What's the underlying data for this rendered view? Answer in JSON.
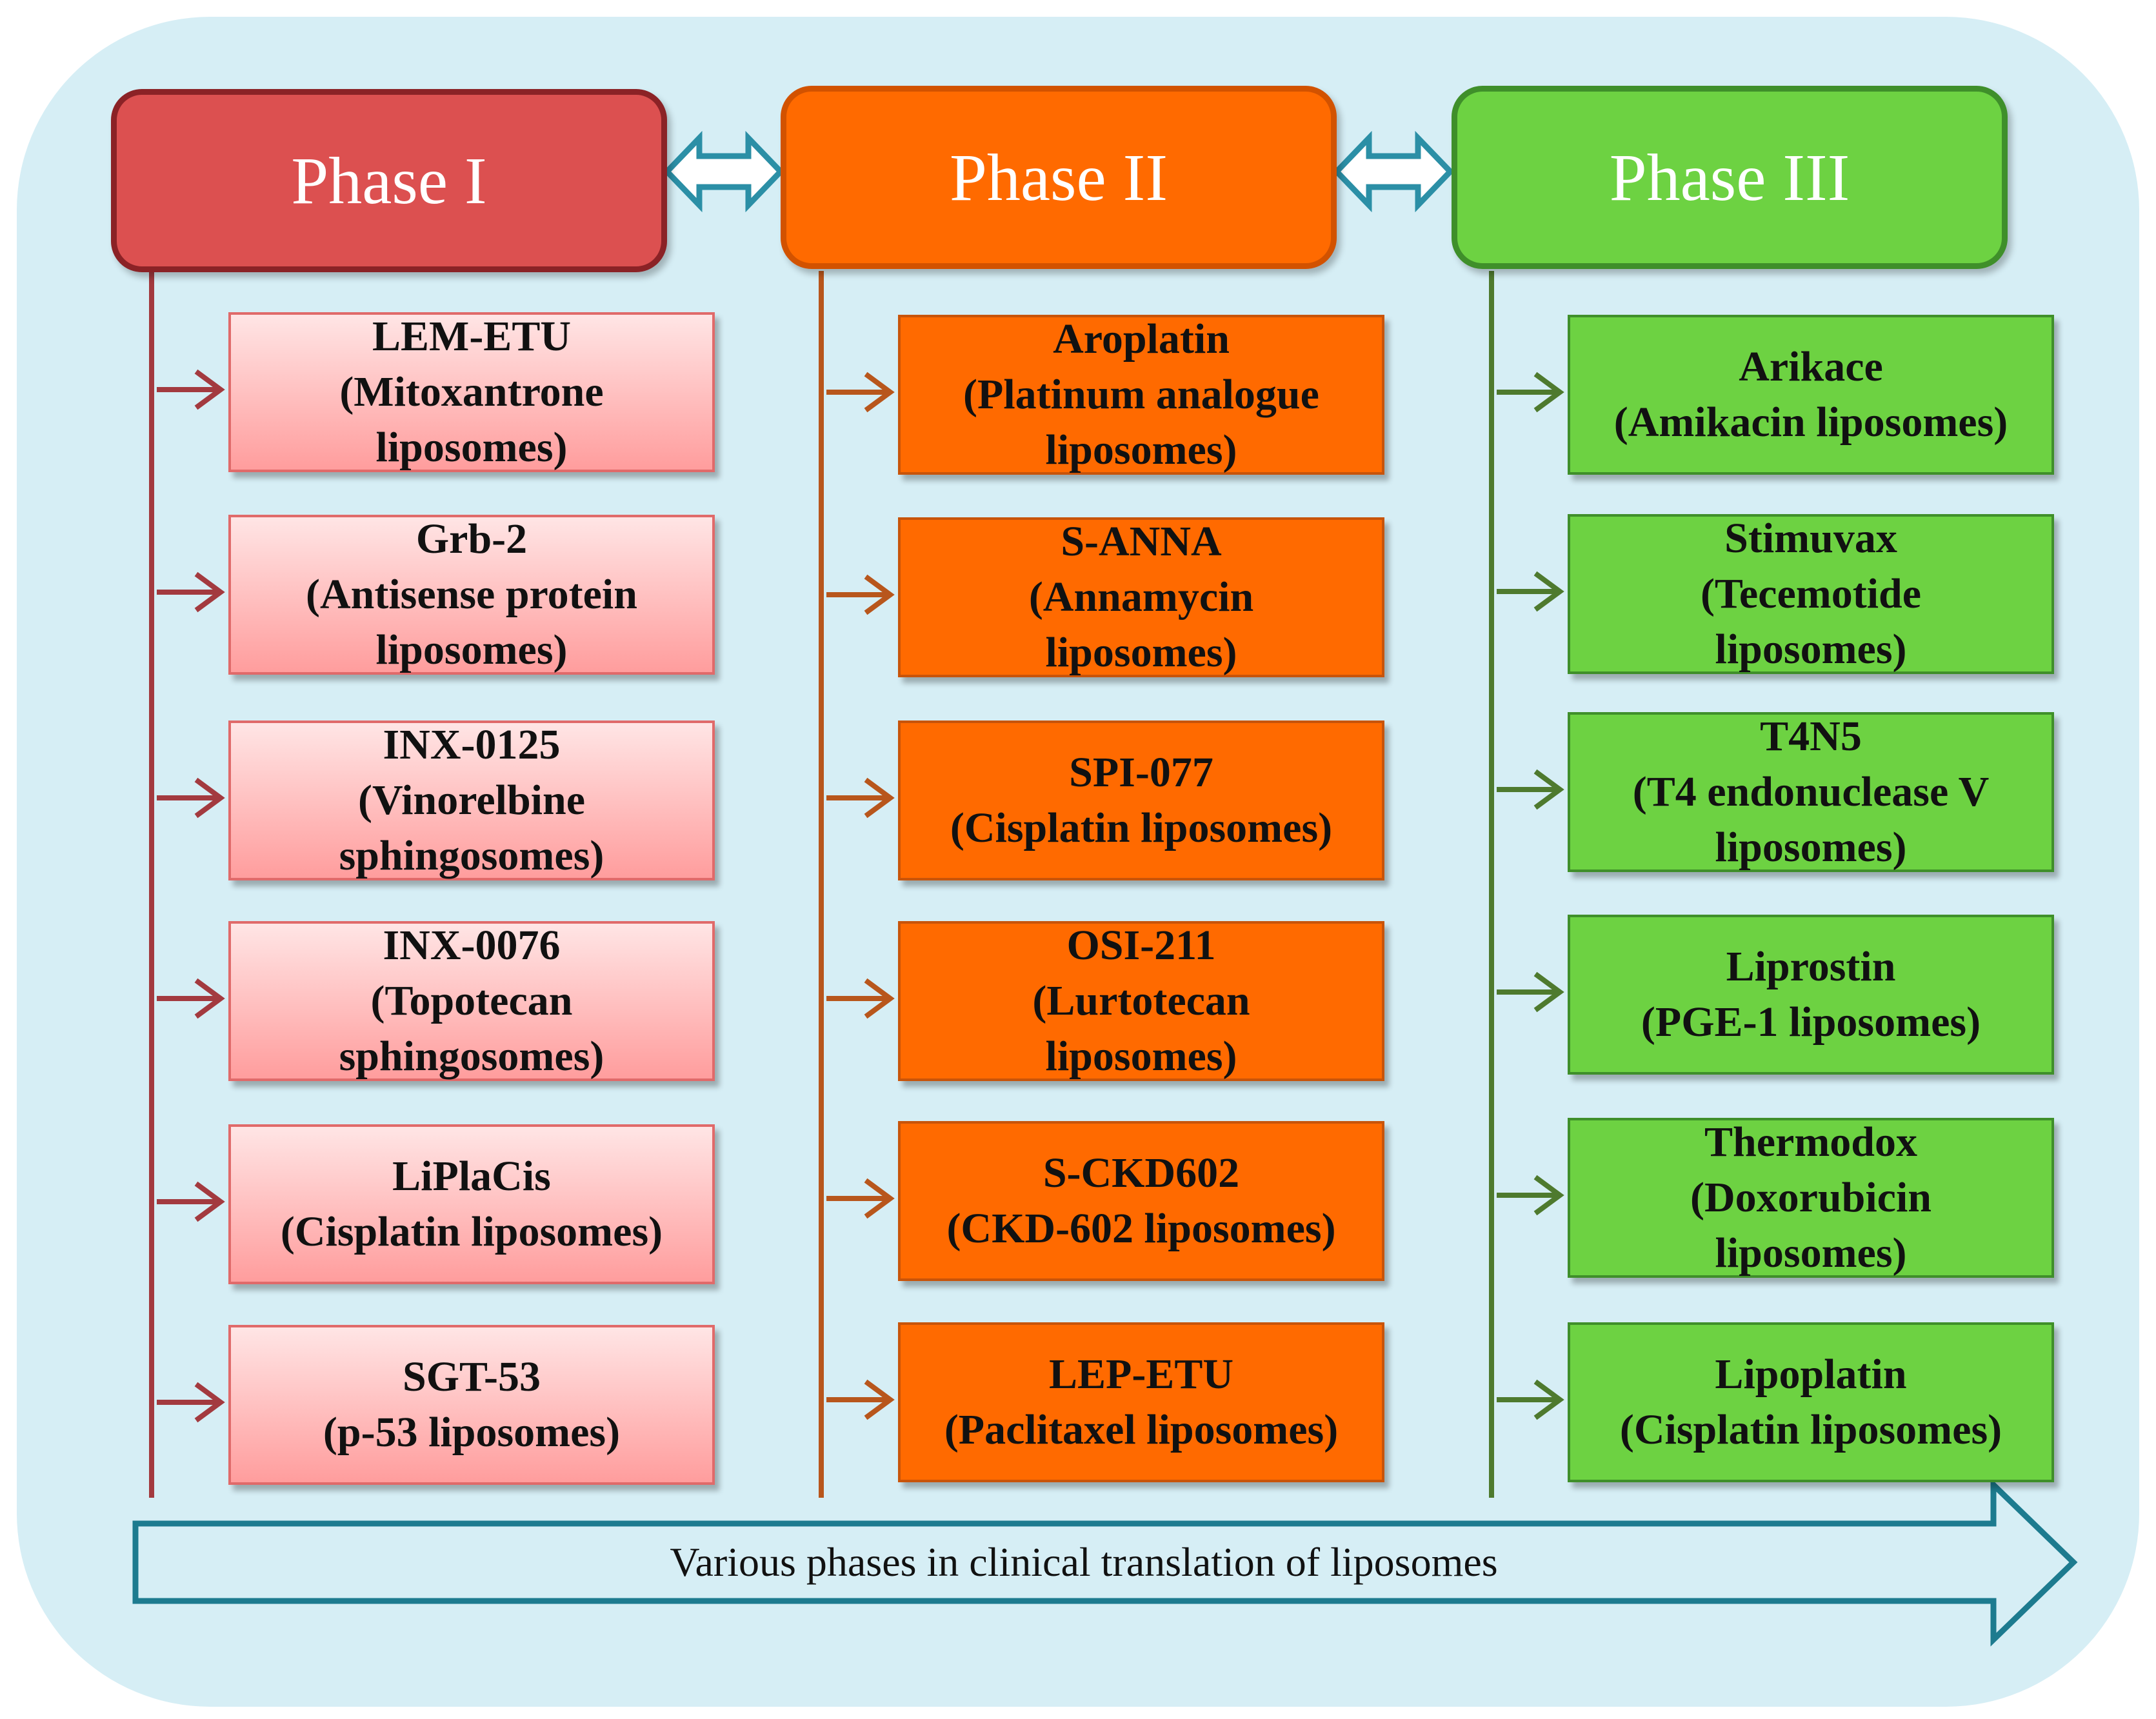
{
  "colors": {
    "background_panel": "#d6eef5",
    "double_arrow": "#2b8fa6",
    "bottom_arrow_stroke": "#1d7b8f",
    "phase1": "#dc5050",
    "phase2": "#ff6a00",
    "phase3": "#6dd242",
    "phase1_line": "#a33a3f",
    "phase2_line": "#b8561c",
    "phase3_line": "#4e7a2e"
  },
  "phases": [
    {
      "title": "Phase I",
      "items": [
        {
          "lines": [
            "LEM-ETU",
            "(Mitoxantrone",
            "liposomes)"
          ]
        },
        {
          "lines": [
            "Grb-2",
            "(Antisense protein",
            "liposomes)"
          ]
        },
        {
          "lines": [
            "INX-0125",
            "(Vinorelbine",
            "sphingosomes)"
          ]
        },
        {
          "lines": [
            "INX-0076",
            "(Topotecan",
            "sphingosomes)"
          ]
        },
        {
          "lines": [
            "LiPlaCis",
            "(Cisplatin liposomes)"
          ]
        },
        {
          "lines": [
            "SGT-53",
            "(p-53 liposomes)"
          ]
        }
      ]
    },
    {
      "title": "Phase II",
      "items": [
        {
          "lines": [
            "Aroplatin",
            "(Platinum analogue",
            "liposomes)"
          ]
        },
        {
          "lines": [
            "S-ANNA",
            "(Annamycin",
            "liposomes)"
          ]
        },
        {
          "lines": [
            "SPI-077",
            "(Cisplatin liposomes)"
          ]
        },
        {
          "lines": [
            "OSI-211",
            "(Lurtotecan",
            "liposomes)"
          ]
        },
        {
          "lines": [
            "S-CKD602",
            "(CKD-602 liposomes)"
          ]
        },
        {
          "lines": [
            "LEP-ETU",
            "(Paclitaxel liposomes)"
          ]
        }
      ]
    },
    {
      "title": "Phase III",
      "items": [
        {
          "lines": [
            "Arikace",
            "(Amikacin liposomes)"
          ]
        },
        {
          "lines": [
            "Stimuvax",
            "(Tecemotide",
            "liposomes)"
          ]
        },
        {
          "lines": [
            "T4N5",
            "(T4 endonuclease V",
            "liposomes)"
          ]
        },
        {
          "lines": [
            "Liprostin",
            "(PGE-1 liposomes)"
          ]
        },
        {
          "lines": [
            "Thermodox",
            "(Doxorubicin",
            "liposomes)"
          ]
        },
        {
          "lines": [
            "Lipoplatin",
            "(Cisplatin liposomes)"
          ]
        }
      ]
    }
  ],
  "bottom_arrow_label": "Various phases in clinical translation of liposomes"
}
